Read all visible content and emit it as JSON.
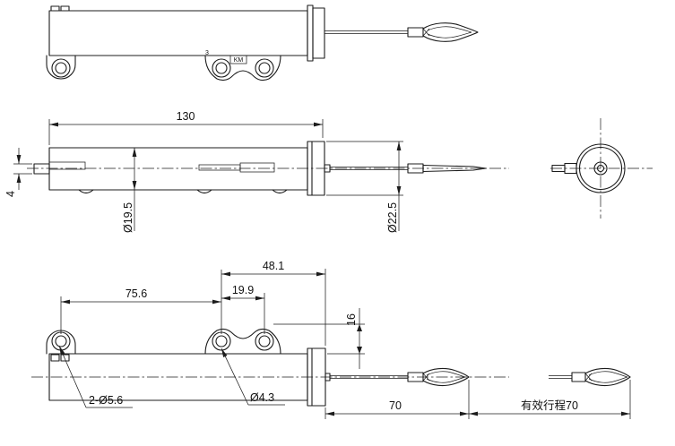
{
  "meta": {
    "description": "Three-view mechanical dimension drawing of a small draw-wire cable sensor with mounting lugs and wire loop ends",
    "background": "#ffffff",
    "line_color": "#1c1c1c"
  },
  "dimensions": {
    "body_length": "130",
    "shaft_height": "4",
    "body_diameter": "Ø19.5",
    "cap_diameter": "Ø22.5",
    "span_48_1": "48.1",
    "span_75_6": "75.6",
    "span_19_9": "19.9",
    "lug_height": "16",
    "mount_holes": "2-Ø5.6",
    "center_hole": "Ø4.3",
    "cable_length": "70",
    "effective_stroke": "有效行程70"
  },
  "markings": {
    "mark_3": "3",
    "mark_km": "KM"
  }
}
